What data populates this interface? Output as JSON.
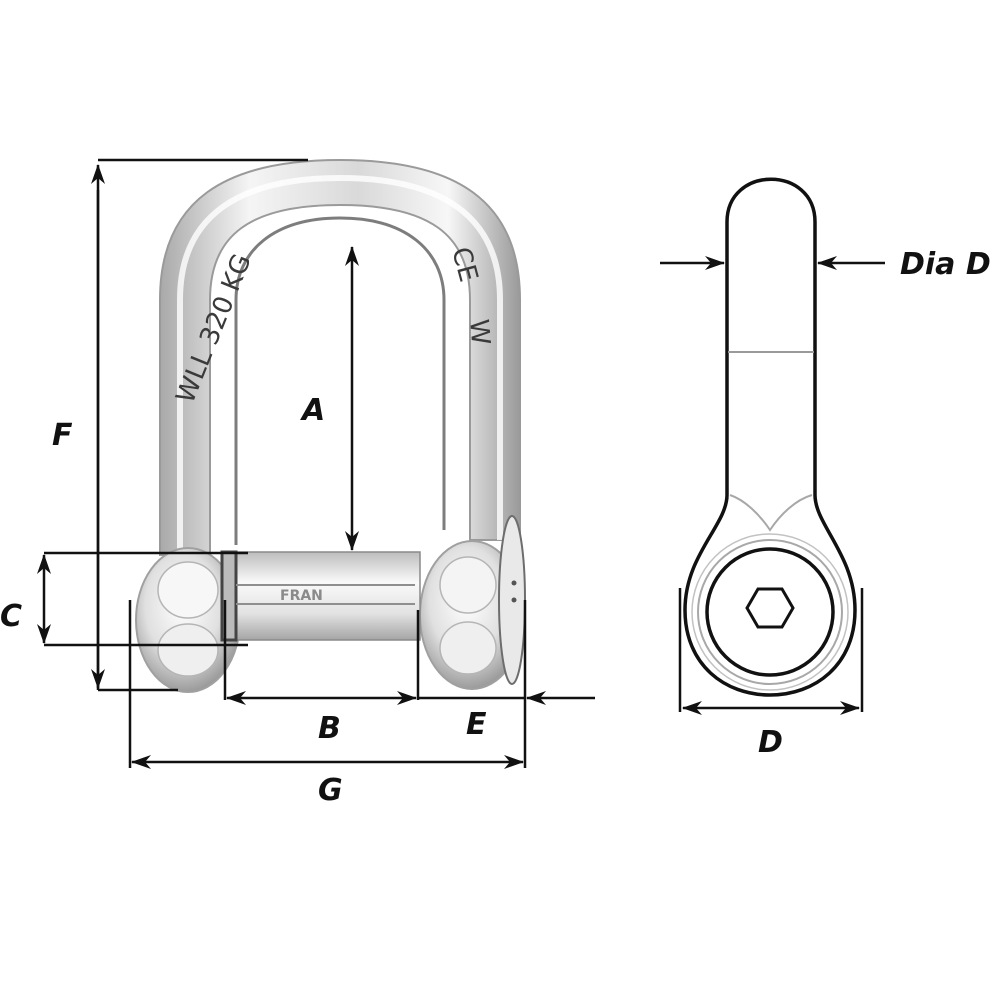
{
  "diagram": {
    "title": "D-shackle dimension diagram",
    "views": {
      "front": {
        "engravings": {
          "load_rating": "WLL 320 KG",
          "ce_mark": "CE",
          "brand_mark": "W",
          "pin_brand": "FRAN"
        }
      },
      "side": {}
    },
    "dimensions": {
      "A": "A",
      "B": "B",
      "C": "C",
      "D": "D",
      "E": "E",
      "F": "F",
      "G": "G",
      "dia_d": "Dia D"
    },
    "colors": {
      "line": "#111111",
      "metal_light": "#f2f2f2",
      "metal_mid": "#cfcfcf",
      "metal_dark": "#8c8c8c",
      "background": "#ffffff"
    }
  }
}
